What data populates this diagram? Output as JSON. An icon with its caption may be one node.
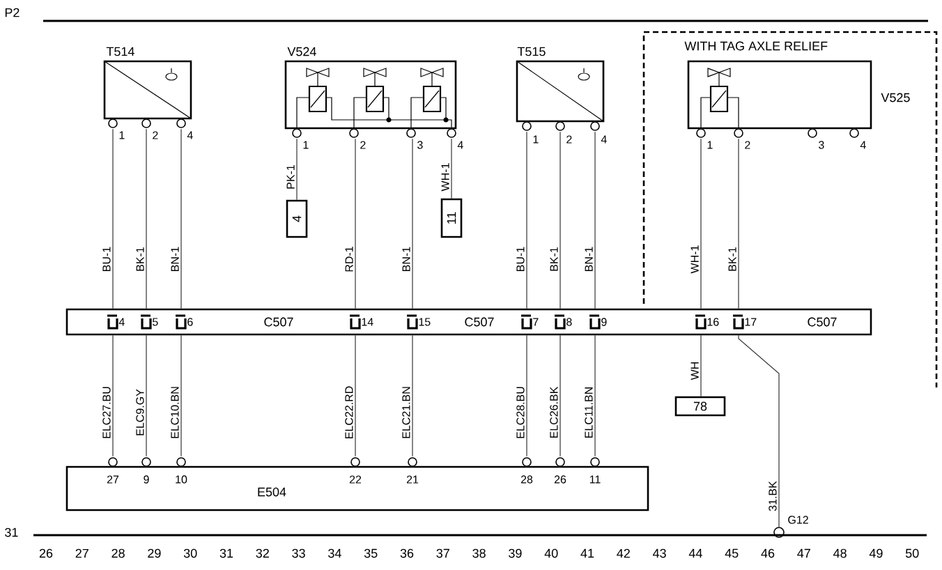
{
  "diagram": {
    "nodes": [
      {
        "text": [
          "T514"
        ]
      },
      {
        "text": [
          "V524"
        ]
      },
      {
        "text": [
          "T515"
        ]
      },
      {
        "text": [
          "WITH TAG AXLE RELIEF"
        ]
      },
      {
        "text": [
          "V525"
        ],
        "in": 3
      },
      {
        "text": [
          "4"
        ]
      },
      {
        "text": [
          "11"
        ]
      },
      {
        "text": [
          "C507",
          "C507",
          "C507"
        ]
      },
      {
        "text": [
          "78"
        ]
      },
      {
        "text": [
          "E504"
        ]
      },
      {
        "text": [],
        "shape": "circle",
        "beside": [
          "G12"
        ]
      }
    ],
    "edges": [
      {
        "from": 0,
        "to": 7,
        "arrow": "none",
        "label": "BU-1"
      },
      {
        "from": 0,
        "to": 7,
        "arrow": "none",
        "label": "BK-1"
      },
      {
        "from": 0,
        "to": 7,
        "arrow": "none",
        "label": "BN-1"
      },
      {
        "from": 1,
        "to": 5,
        "arrow": "none",
        "label": "PK-1"
      },
      {
        "from": 1,
        "to": 7,
        "arrow": "none",
        "label": "RD-1"
      },
      {
        "from": 1,
        "to": 7,
        "arrow": "none",
        "label": "BN-1"
      },
      {
        "from": 1,
        "to": 6,
        "arrow": "none",
        "label": "WH-1"
      },
      {
        "from": 2,
        "to": 7,
        "arrow": "none",
        "label": "BU-1"
      },
      {
        "from": 2,
        "to": 7,
        "arrow": "none",
        "label": "BK-1"
      },
      {
        "from": 2,
        "to": 7,
        "arrow": "none",
        "label": "BN-1"
      },
      {
        "from": 4,
        "to": 7,
        "arrow": "none",
        "label": "WH-1"
      },
      {
        "from": 4,
        "to": 7,
        "arrow": "none",
        "label": "BK-1"
      },
      {
        "from": 9,
        "to": 7,
        "arrow": "none",
        "label": "ELC27.BU"
      },
      {
        "from": 9,
        "to": 7,
        "arrow": "none",
        "label": "ELC9.GY"
      },
      {
        "from": 9,
        "to": 7,
        "arrow": "none",
        "label": "ELC10.BN"
      },
      {
        "from": 9,
        "to": 7,
        "arrow": "none",
        "label": "ELC22.RD"
      },
      {
        "from": 9,
        "to": 7,
        "arrow": "none",
        "label": "ELC21.BN"
      },
      {
        "from": 9,
        "to": 7,
        "arrow": "none",
        "label": "ELC28.BU"
      },
      {
        "from": 9,
        "to": 7,
        "arrow": "none",
        "label": "ELC26.BK"
      },
      {
        "from": 9,
        "to": 7,
        "arrow": "none",
        "label": "ELC11.BN"
      },
      {
        "from": 7,
        "to": 8,
        "arrow": "none",
        "label": "WH"
      },
      {
        "from": 7,
        "to": 10,
        "arrow": "none",
        "label": "31.BK"
      }
    ],
    "labels": [
      "P2",
      "1",
      "2",
      "4",
      "1",
      "2",
      "3",
      "4",
      "1",
      "2",
      "4",
      "1",
      "2",
      "3",
      "4",
      "4",
      "5",
      "6",
      "14",
      "15",
      "7",
      "8",
      "9",
      "16",
      "17",
      "27",
      "9",
      "10",
      "22",
      "21",
      "28",
      "26",
      "11",
      "31",
      "26",
      "27",
      "28",
      "29",
      "30",
      "31",
      "32",
      "33",
      "34",
      "35",
      "36",
      "37",
      "38",
      "39",
      "40",
      "41",
      "42",
      "43",
      "44",
      "45",
      "46",
      "47",
      "48",
      "49",
      "50"
    ]
  }
}
